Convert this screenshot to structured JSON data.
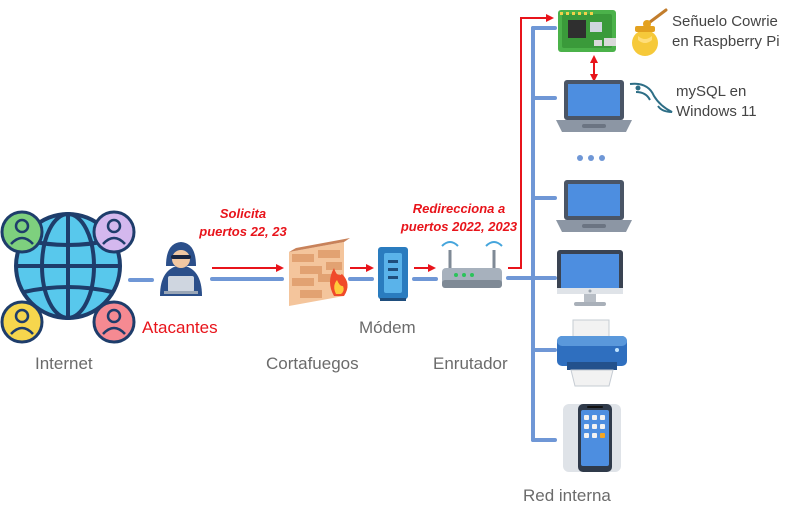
{
  "labels": {
    "internet": "Internet",
    "attackers": "Atacantes",
    "firewall": "Cortafuegos",
    "modem": "Módem",
    "router": "Enrutador",
    "internal_network": "Red interna",
    "request_line1": "Solicita",
    "request_line2": "puertos 22, 23",
    "redirect_line1": "Redirecciona a",
    "redirect_line2": "puertos 2022, 2023",
    "honeypot_line1": "Señuelo Cowrie",
    "honeypot_line2": "en Raspberry Pi",
    "mysql_line1": "mySQL en",
    "mysql_line2": "Windows 11"
  },
  "colors": {
    "link_blue": "#6f97d6",
    "attack_red": "#e8141b",
    "label_gray": "#6b6b6b",
    "attackers_red": "#e8141b"
  },
  "icons": [
    "globe-icon",
    "user-avatar-icon",
    "hacker-icon",
    "firewall-icon",
    "modem-icon",
    "router-icon",
    "raspberry-pi-icon",
    "honeypot-icon",
    "laptop-icon",
    "ellipsis-icon",
    "desktop-monitor-icon",
    "printer-icon",
    "smartphone-icon",
    "mysql-dolphin-icon"
  ]
}
